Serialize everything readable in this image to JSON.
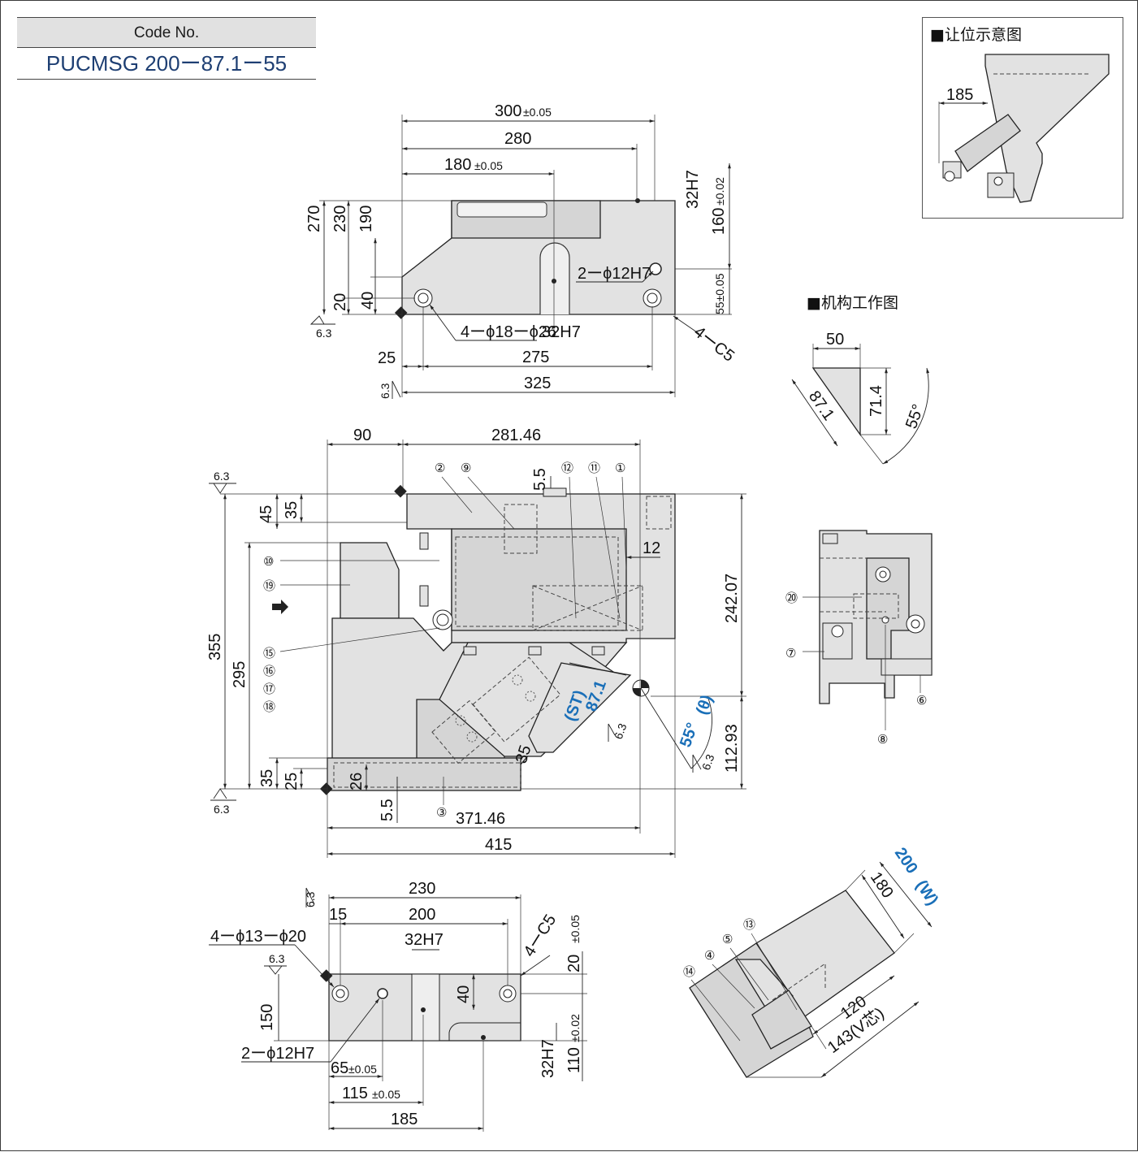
{
  "code": {
    "label": "Code No.",
    "value": "PUCMSG 200ー87.1ー55"
  },
  "headings": {
    "clearance": "■让位示意图",
    "mechanism": "■机构工作图"
  },
  "roughness": "6.3",
  "top_view": {
    "w300": "300",
    "tol300": "±0.05",
    "w280": "280",
    "w180": "180",
    "tol180": "±0.05",
    "h270": "270",
    "h230": "230",
    "h190": "190",
    "h20": "20",
    "h40": "40",
    "k32h7": "32H7",
    "h160": "160",
    "tol160": "±0.02",
    "h55": "55±0.05",
    "holes2": "2ーϕ12H7",
    "holes4": "4ーϕ18ーϕ26",
    "k32h7b": "32H7",
    "c5": "4ーC5",
    "w25": "25",
    "w275": "275",
    "w325": "325"
  },
  "front_view": {
    "w90": "90",
    "w281": "281.46",
    "h5_5a": "5.5",
    "w12": "12",
    "h45": "45",
    "h35a": "35",
    "h355": "355",
    "h295": "295",
    "h242": "242.07",
    "st": "(ST)",
    "st_val": "87.1",
    "angle": "55°",
    "theta": "(θ)",
    "h112": "112.93",
    "d35b": "35",
    "h35c": "35",
    "h25": "25",
    "h26": "26",
    "h5_5b": "5.5",
    "w371": "371.46",
    "w415": "415"
  },
  "bottom_view": {
    "w230": "230",
    "w15": "15",
    "w200": "200",
    "k32h7": "32H7",
    "h40": "40",
    "c5": "4ーC5",
    "h20": "20",
    "tol20": "±0.05",
    "holes4": "4ーϕ13ーϕ20",
    "h150": "150",
    "holes2": "2ーϕ12H7",
    "w65": "65",
    "tol65": "±0.05",
    "w115": "115",
    "tol115": "±0.05",
    "w185": "185",
    "k32h7b": "32H7",
    "h110": "110",
    "tol110": "±0.02"
  },
  "clearance_view": {
    "d185": "185"
  },
  "mechanism_view": {
    "d50": "50",
    "d87": "87.1",
    "d71": "71.4",
    "angle": "55°"
  },
  "iso_view": {
    "d180": "180",
    "d200": "200",
    "wlabel": "(W)",
    "d120": "120",
    "d143": "143(V芯)"
  },
  "labels": {
    "p1": "①",
    "p2": "②",
    "p3": "③",
    "p4": "④",
    "p5": "⑤",
    "p6": "⑥",
    "p7": "⑦",
    "p8": "⑧",
    "p9": "⑨",
    "p10": "⑩",
    "p11": "⑪",
    "p12": "⑫",
    "p13": "⑬",
    "p14": "⑭",
    "p15": "⑮",
    "p16": "⑯",
    "p17": "⑰",
    "p18": "⑱",
    "p19": "⑲",
    "p20": "⑳"
  }
}
